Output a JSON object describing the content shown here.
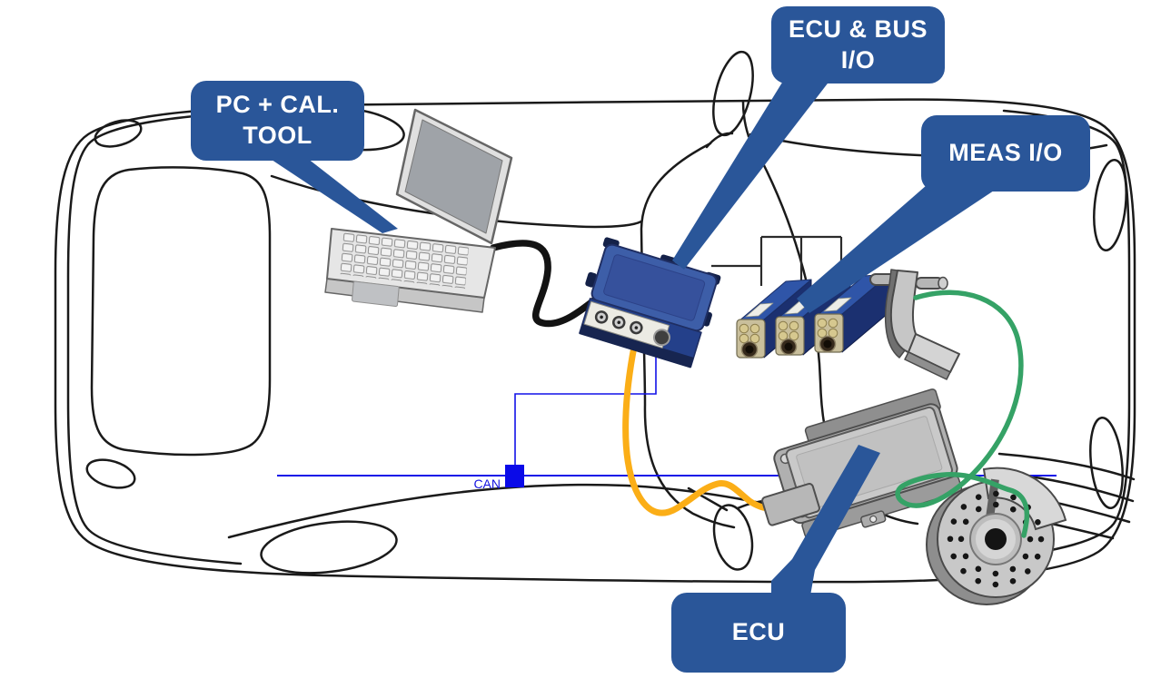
{
  "callouts": {
    "pc_cal_tool": {
      "label": "PC + CAL. TOOL"
    },
    "ecu_bus_io": {
      "label": "ECU & BUS I/O"
    },
    "meas_io": {
      "label": "MEAS I/O"
    },
    "ecu": {
      "label": "ECU"
    }
  },
  "bus": {
    "can_label": "CAN"
  },
  "components": {
    "car": "car-top-view-outline",
    "laptop": "laptop-computer",
    "interface_device": "ecu-bus-interface-module",
    "measurement_modules": "three-measurement-io-modules",
    "pedal": "pedal-sensor",
    "ecu_unit": "engine-control-unit",
    "brake_disc": "drilled-brake-disc"
  },
  "colors": {
    "callout_blue": "#2A5699",
    "can_line_blue": "#1212E8",
    "cable_orange": "#FBAE17",
    "cable_green": "#35A266",
    "cable_black": "#131313",
    "device_blue": "#3D5EA8",
    "module_navy": "#2F55A8",
    "hardware_gray": "#C9C9C9"
  }
}
